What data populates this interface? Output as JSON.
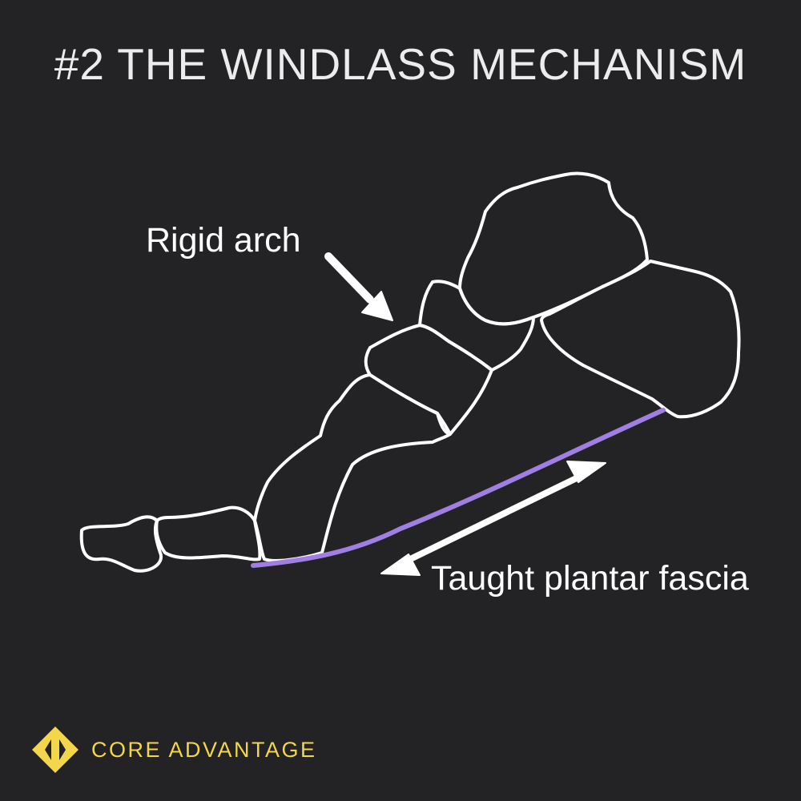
{
  "title": "#2 THE WINDLASS MECHANISM",
  "labels": {
    "rigid_arch": "Rigid arch",
    "plantar_fascia": "Taught plantar fascia"
  },
  "brand": {
    "name": "CORE ADVANTAGE",
    "color": "#f2d64b"
  },
  "colors": {
    "background": "#232325",
    "bone_outline": "#ffffff",
    "fascia": "#a07ee3"
  }
}
